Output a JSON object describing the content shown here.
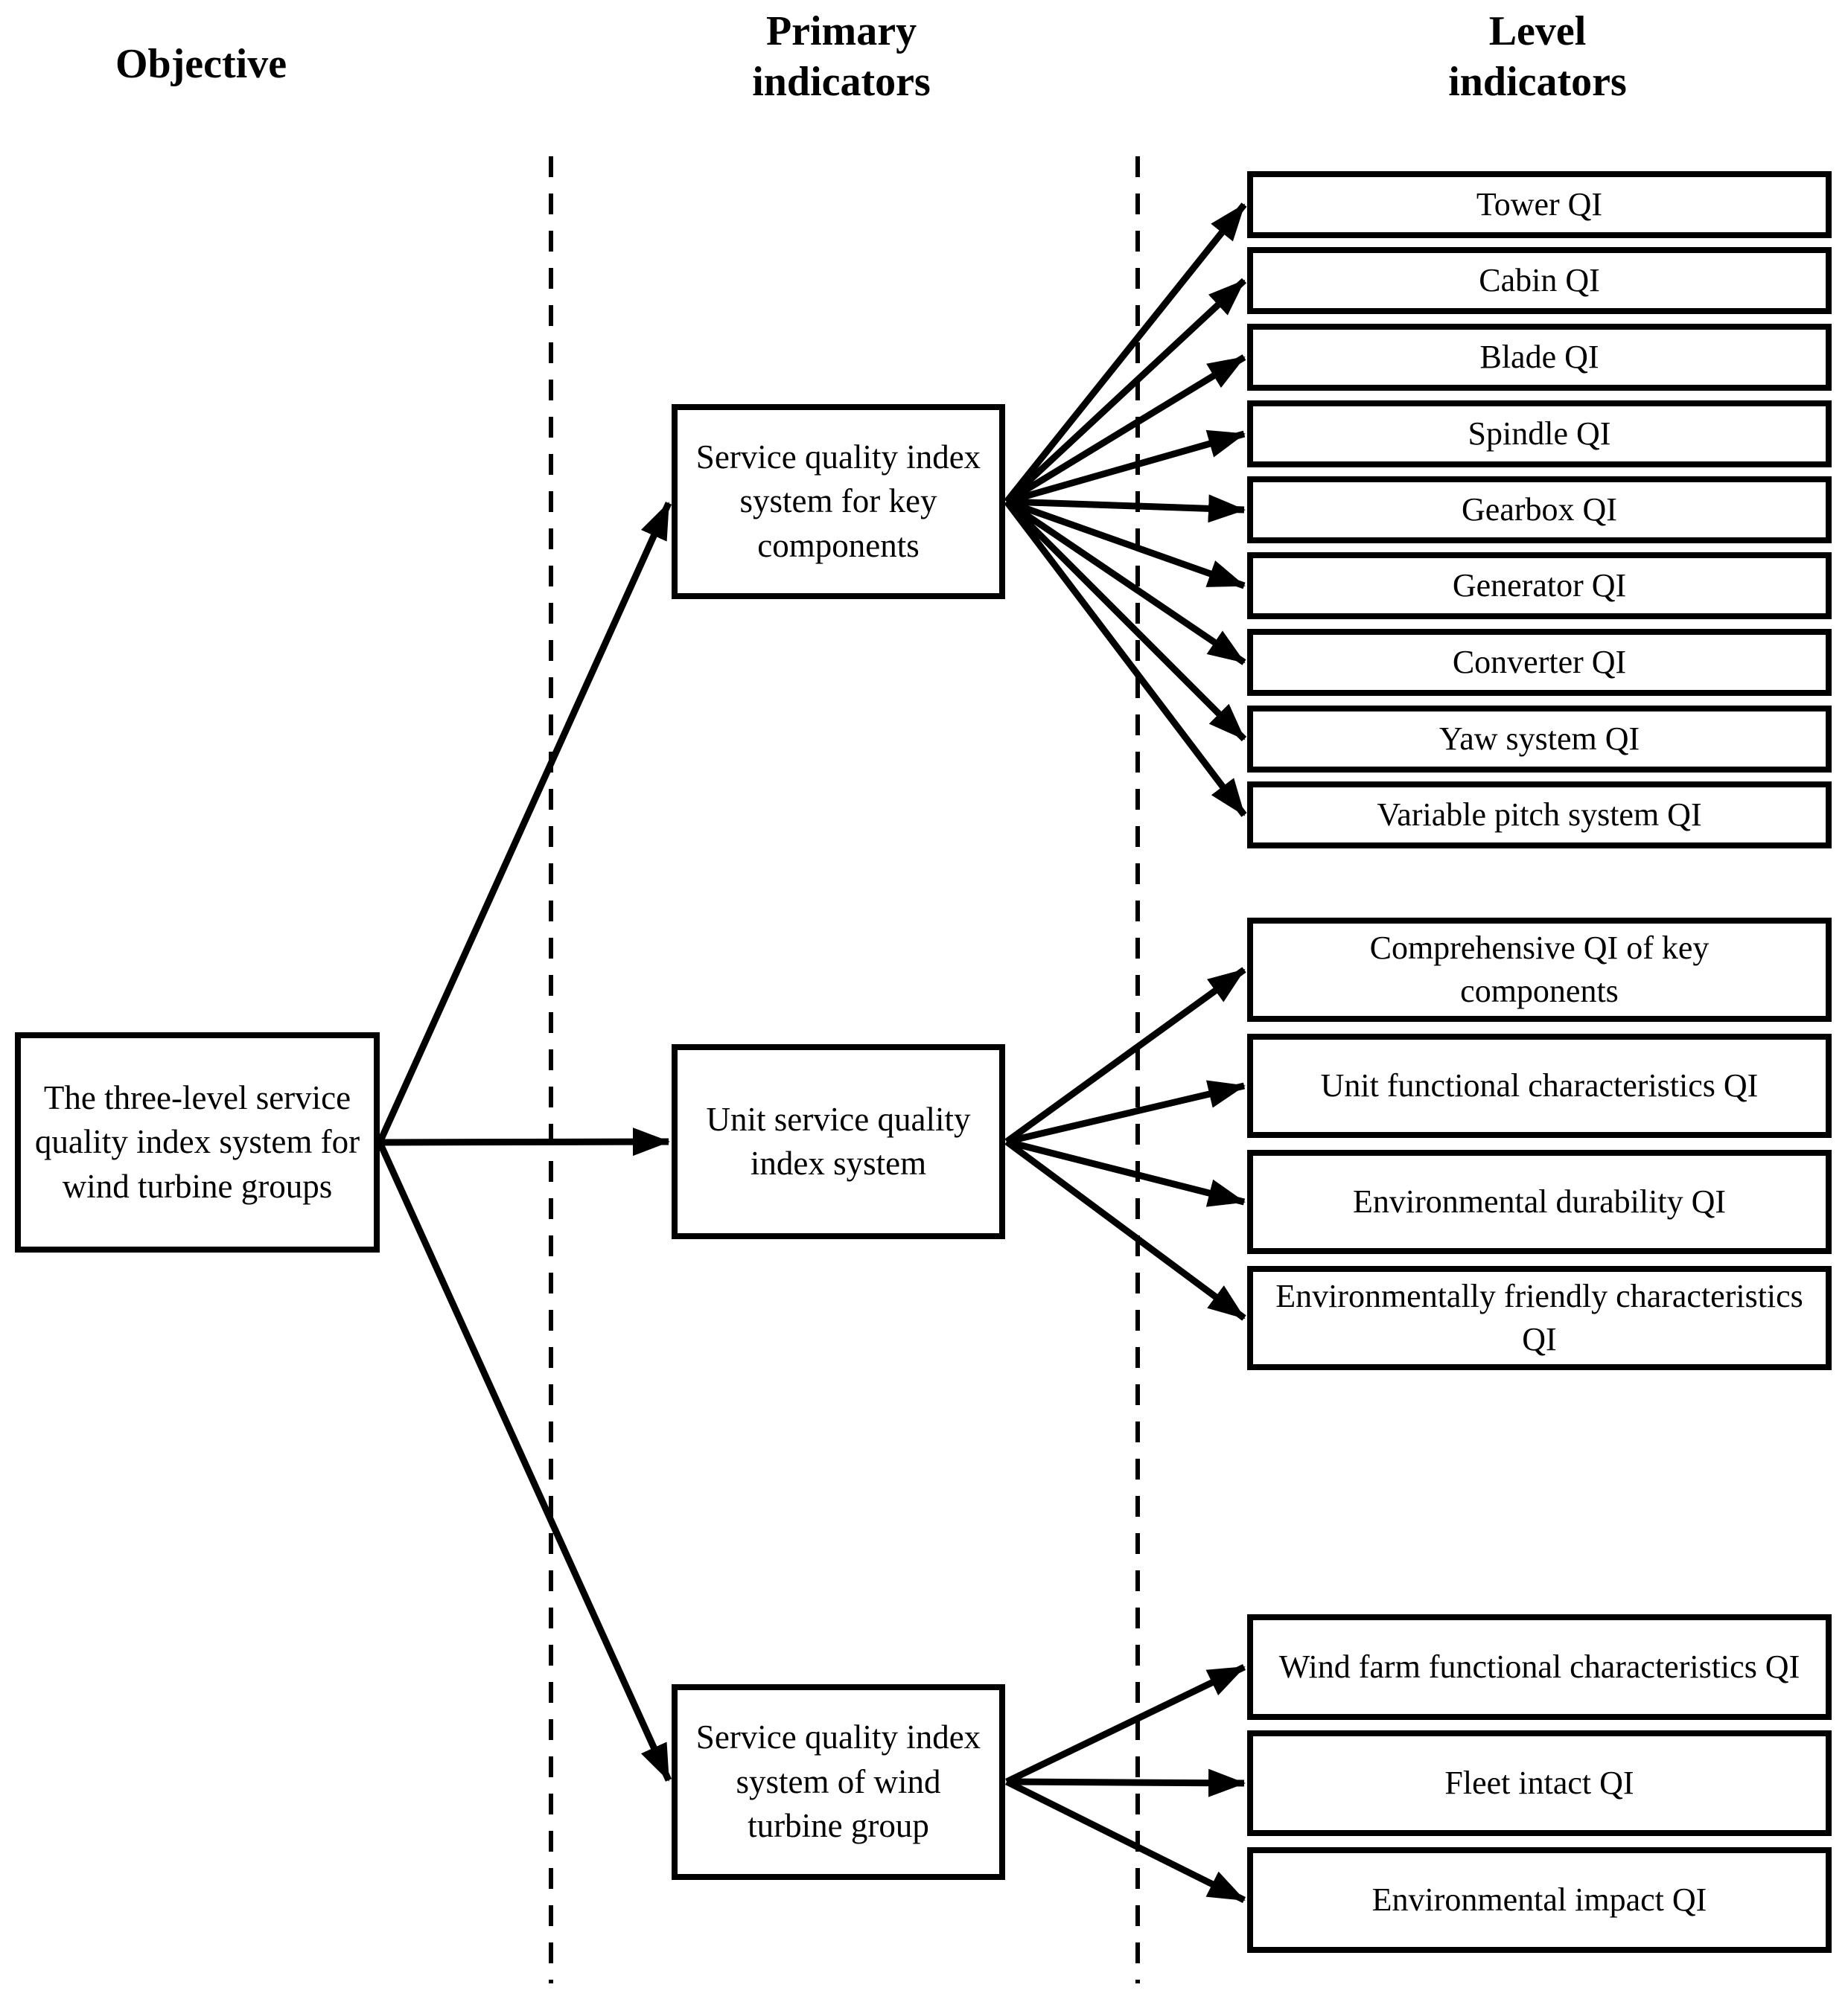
{
  "headers": {
    "objective": "Objective",
    "primary": "Primary indicators",
    "level": "Level indicators"
  },
  "objective": {
    "label": "The three-level service quality index system for wind turbine groups"
  },
  "primary": [
    {
      "label": "Service quality index system for key components"
    },
    {
      "label": "Unit service quality index system"
    },
    {
      "label": "Service quality index system of wind turbine group"
    }
  ],
  "levels": {
    "key_components": [
      "Tower QI",
      "Cabin QI",
      "Blade QI",
      "Spindle QI",
      "Gearbox QI",
      "Generator QI",
      "Converter QI",
      "Yaw system QI",
      "Variable pitch system QI"
    ],
    "unit": [
      "Comprehensive QI of key components",
      "Unit functional characteristics QI",
      "Environmental durability QI",
      "Environmentally friendly characteristics QI"
    ],
    "group": [
      "Wind farm functional characteristics QI",
      "Fleet intact QI",
      "Environmental impact QI"
    ]
  },
  "colors": {
    "line": "#000000",
    "background": "#ffffff"
  }
}
